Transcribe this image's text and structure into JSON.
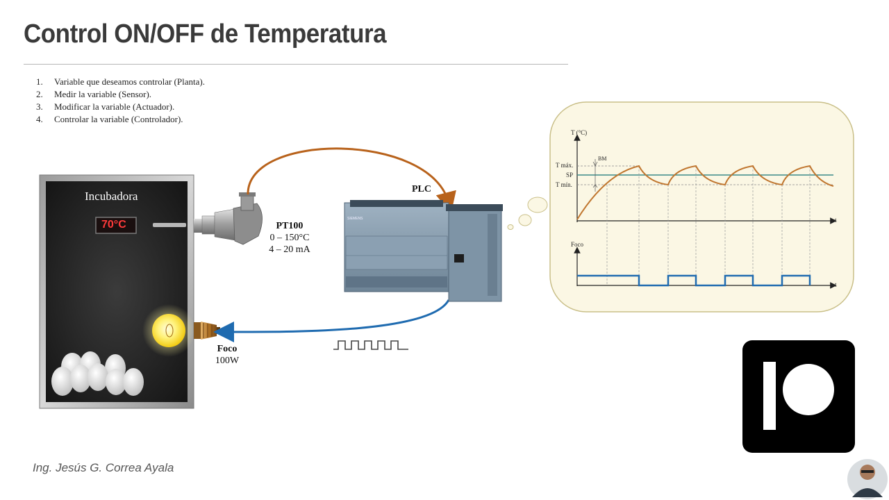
{
  "slide": {
    "title": "Control ON/OFF de Temperatura",
    "footer": "Ing. Jesús G. Correa Ayala"
  },
  "steps": [
    {
      "num": "1.",
      "text": "Variable que deseamos controlar (Planta)."
    },
    {
      "num": "2.",
      "text": "Medir la variable (Sensor)."
    },
    {
      "num": "3.",
      "text": "Modificar la variable (Actuador)."
    },
    {
      "num": "4.",
      "text": "Controlar la variable (Controlador)."
    }
  ],
  "incubator": {
    "label": "Incubadora",
    "display": "70°C"
  },
  "sensor": {
    "name": "PT100",
    "range": "0 – 150°C",
    "signal": "4 – 20 mA"
  },
  "plc": {
    "label": "PLC",
    "brand": "SIEMENS"
  },
  "actuator": {
    "name": "Foco",
    "power": "100W"
  },
  "graph": {
    "temp_axis": "T (°C)",
    "t_max": "T máx.",
    "sp": "SP",
    "t_min": "T mín.",
    "bm": "BM",
    "time_axis": "t",
    "lamp_axis": "Foco",
    "time_axis_2": "t"
  },
  "colors": {
    "orange_wire": "#b8621b",
    "blue_wire": "#1f6bb0",
    "graph_bg": "#fbf7e4",
    "graph_border": "#c9bf88",
    "temp_curve": "#c0762f",
    "sp_line": "#3a8a8a",
    "pulse": "#1f6bb0"
  },
  "branding": {
    "logo": "patreon-logo"
  }
}
